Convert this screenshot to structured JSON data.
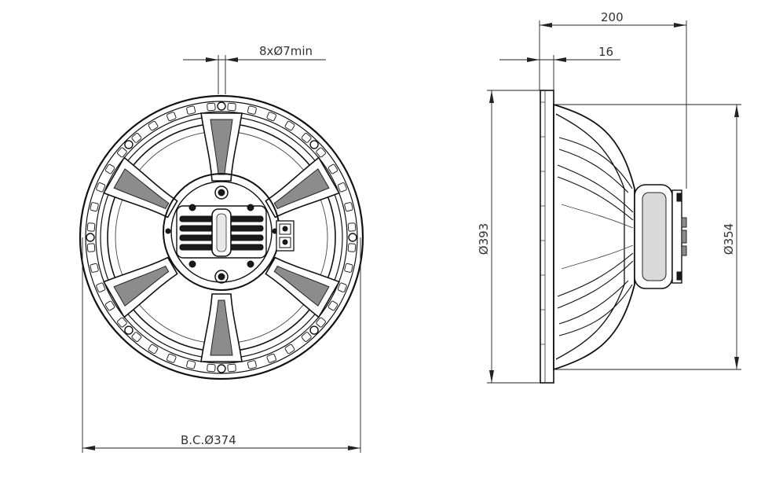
{
  "dimensions": {
    "holes": "8xØ7min",
    "depth": "200",
    "flange": "16",
    "outer_diameter": "Ø393",
    "basket_diameter": "Ø354",
    "bolt_circle": "B.C.Ø374"
  }
}
